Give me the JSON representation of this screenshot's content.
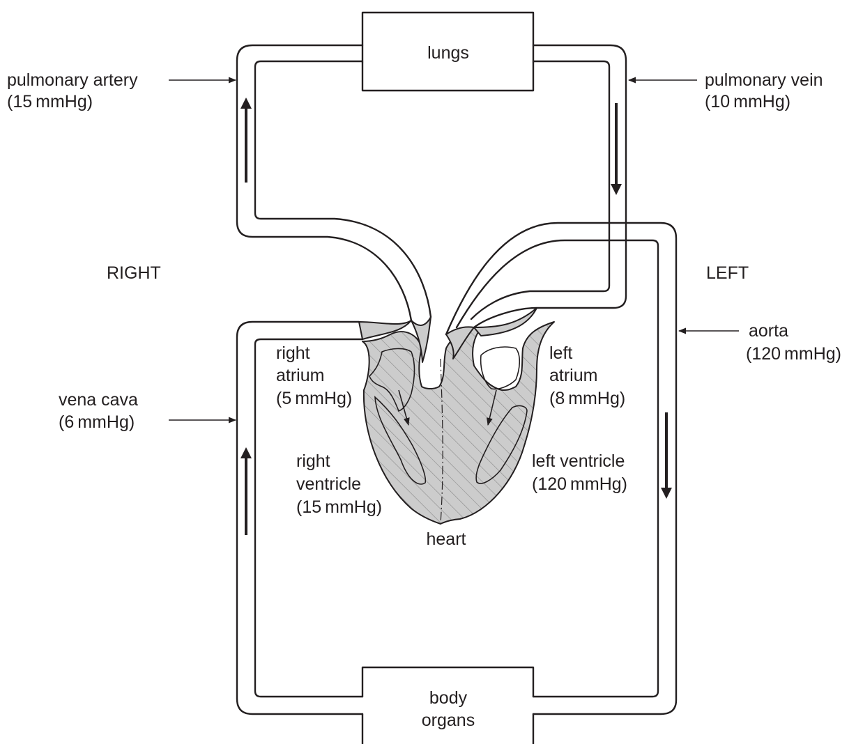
{
  "labels": {
    "lungs": "lungs",
    "body_organs": [
      "body",
      "organs"
    ],
    "heart": "heart",
    "right_side": "RIGHT",
    "left_side": "LEFT",
    "pulmonary_artery": [
      "pulmonary artery",
      "(15 mmHg)"
    ],
    "pulmonary_vein": [
      "pulmonary vein",
      "(10 mmHg)"
    ],
    "aorta": [
      "aorta",
      "(120 mmHg)"
    ],
    "vena_cava": [
      "vena cava",
      "(6 mmHg)"
    ],
    "right_atrium": [
      "right",
      "atrium",
      "(5 mmHg)"
    ],
    "left_atrium": [
      "left",
      "atrium",
      "(8 mmHg)"
    ],
    "right_ventricle": [
      "right",
      "ventricle",
      "(15 mmHg)"
    ],
    "left_ventricle": [
      "left ventricle",
      "(120 mmHg)"
    ]
  },
  "colors": {
    "line": "#231f20",
    "muscle_fill": "#cccccc",
    "background": "#ffffff"
  }
}
